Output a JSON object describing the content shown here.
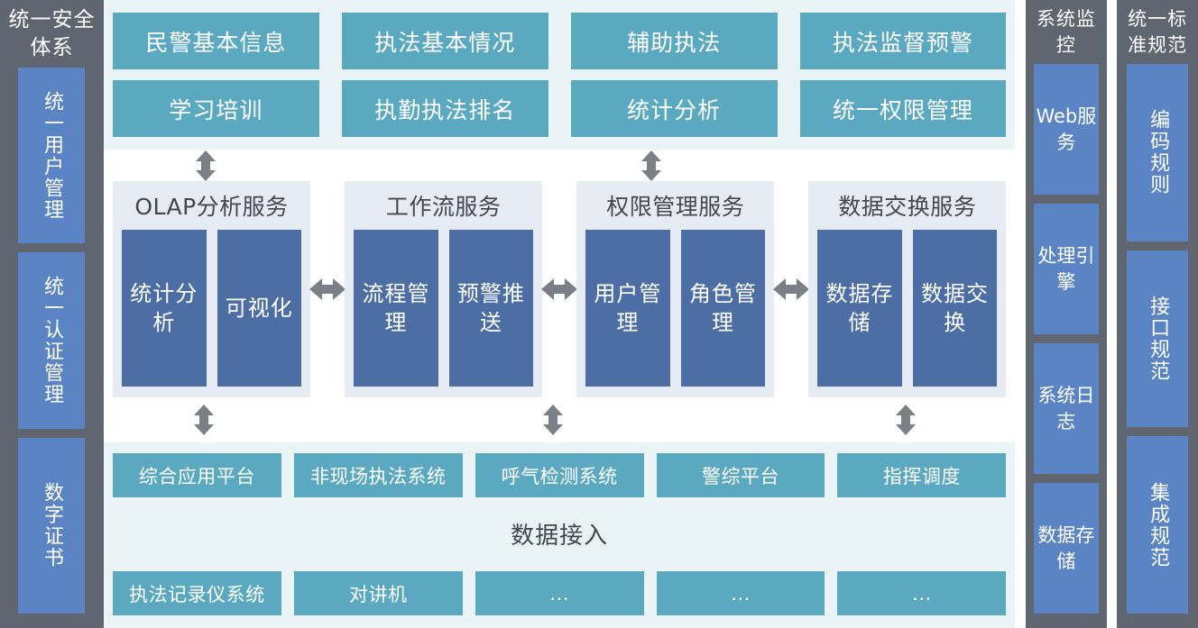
{
  "colors": {
    "sidebar_bg": "#5f6670",
    "sidebar_box": "#5b84c4",
    "app_box": "#5ba9c0",
    "app_layer_bg": "#eaf3f6",
    "service_panel_bg": "#e7ebf4",
    "service_box": "#4c6ea4",
    "arrow": "#7b8086",
    "text_dark": "#404852",
    "text_light": "#ffffff"
  },
  "left_sidebar": {
    "title": "统一安全体系",
    "items": [
      {
        "label": "统一用户管理"
      },
      {
        "label": "统一认证管理"
      },
      {
        "label": "数字证书"
      }
    ]
  },
  "mid_sidebar": {
    "title": "系统监控",
    "items": [
      {
        "label": "Web服务"
      },
      {
        "label": "处理引擎"
      },
      {
        "label": "系统日志"
      },
      {
        "label": "数据存储"
      }
    ]
  },
  "right_sidebar": {
    "title": "统一标准规范",
    "items": [
      {
        "label": "编码规则"
      },
      {
        "label": "接口规范"
      },
      {
        "label": "集成规范"
      }
    ]
  },
  "application_layer": {
    "rows": [
      [
        {
          "label": "民警基本信息"
        },
        {
          "label": "执法基本情况"
        },
        {
          "label": "辅助执法"
        },
        {
          "label": "执法监督预警"
        }
      ],
      [
        {
          "label": "学习培训"
        },
        {
          "label": "执勤执法排名"
        },
        {
          "label": "统计分析"
        },
        {
          "label": "统一权限管理"
        }
      ]
    ]
  },
  "service_layer": {
    "panels": [
      {
        "title": "OLAP分析服务",
        "boxes": [
          {
            "label": "统计分析"
          },
          {
            "label": "可视化"
          }
        ]
      },
      {
        "title": "工作流服务",
        "boxes": [
          {
            "label": "流程管理"
          },
          {
            "label": "预警推送"
          }
        ]
      },
      {
        "title": "权限管理服务",
        "boxes": [
          {
            "label": "用户管理"
          },
          {
            "label": "角色管理"
          }
        ]
      },
      {
        "title": "数据交换服务",
        "boxes": [
          {
            "label": "数据存储"
          },
          {
            "label": "数据交换"
          }
        ]
      }
    ]
  },
  "data_layer": {
    "caption": "数据接入",
    "row_top": [
      {
        "label": "综合应用平台"
      },
      {
        "label": "非现场执法系统"
      },
      {
        "label": "呼气检测系统"
      },
      {
        "label": "警综平台"
      },
      {
        "label": "指挥调度"
      }
    ],
    "row_bottom": [
      {
        "label": "执法记录仪系统"
      },
      {
        "label": "对讲机"
      },
      {
        "label": "..."
      },
      {
        "label": "..."
      },
      {
        "label": "..."
      }
    ]
  },
  "connectors": {
    "top_band": [
      {
        "name": "arrow-app-to-olap",
        "kind": "vertical-double",
        "x_pct": 11.2
      },
      {
        "name": "arrow-app-to-permission",
        "kind": "vertical-double",
        "x_pct": 60.1
      }
    ],
    "service_band": [
      {
        "name": "arrow-olap-to-workflow",
        "kind": "horizontal-double"
      },
      {
        "name": "arrow-workflow-to-permission",
        "kind": "horizontal-double"
      },
      {
        "name": "arrow-permission-to-exchange",
        "kind": "horizontal-double"
      }
    ],
    "bottom_band": [
      {
        "name": "arrow-olap-to-data",
        "kind": "vertical-double",
        "x_pct": 11.0
      },
      {
        "name": "arrow-workflow-to-data",
        "kind": "vertical-double",
        "x_pct": 49.3
      },
      {
        "name": "arrow-exchange-to-data",
        "kind": "vertical-double",
        "x_pct": 88.0
      }
    ]
  }
}
